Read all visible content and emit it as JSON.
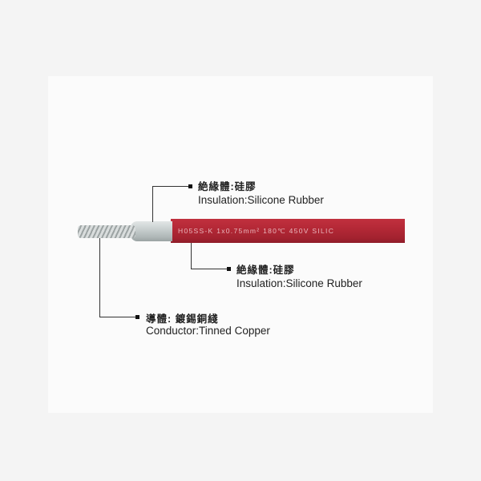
{
  "cable": {
    "print_text": "H05SS-K  1x0.75mm²  180℃ 450V  SILIC",
    "jacket_color": "#b82a38",
    "insulation_color": "#c8cfcf",
    "conductor_color": "#bfc4c4"
  },
  "callouts": [
    {
      "zh": "絶緣體:硅膠",
      "en": "Insulation:Silicone  Rubber"
    },
    {
      "zh": "絶緣體:硅膠",
      "en": "Insulation:Silicone  Rubber"
    },
    {
      "zh": "導體: 鍍錫銅綫",
      "en": "Conductor:Tinned Copper"
    }
  ]
}
